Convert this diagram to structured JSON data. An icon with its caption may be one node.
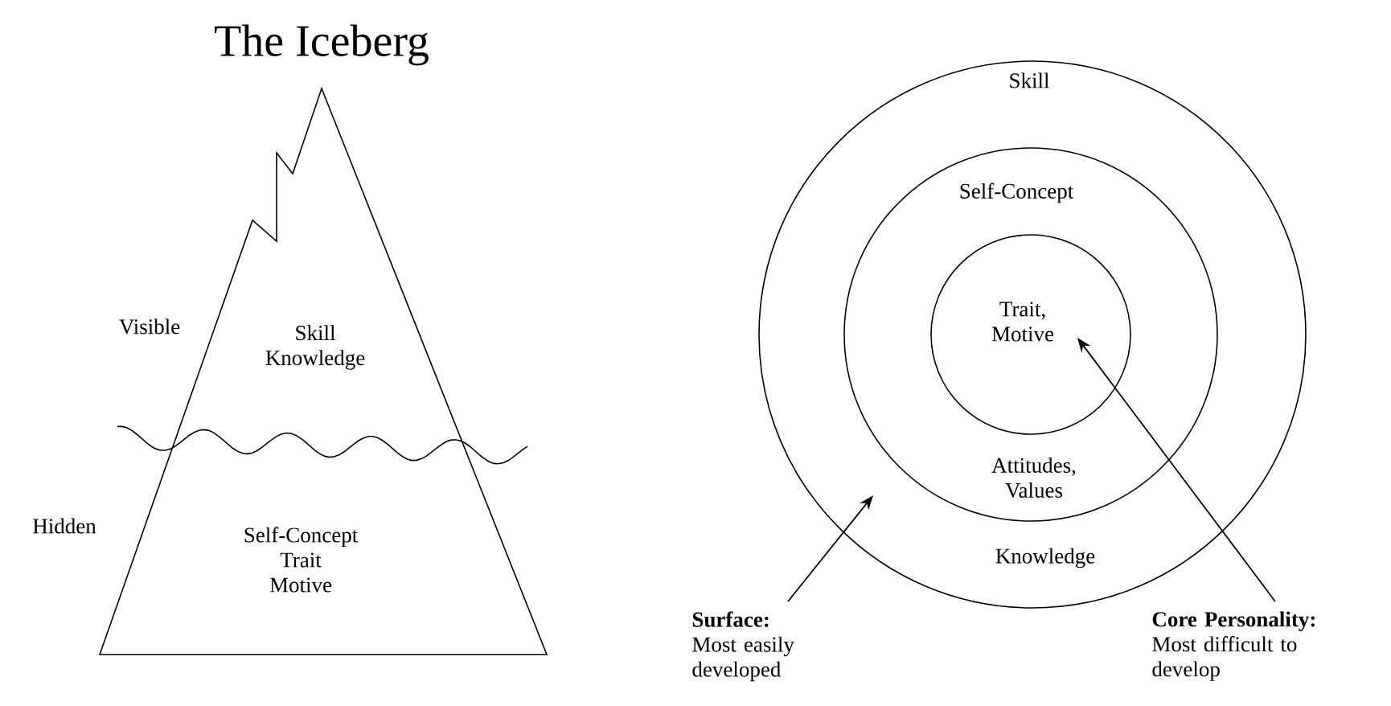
{
  "diagram": {
    "title": "The Iceberg",
    "nodes": [
      {
        "text": [
          "Skill Knowledge",
          "Self-Concept Trait Motive"
        ]
      },
      {
        "text": [
          "Skill",
          "Knowledge"
        ]
      },
      {
        "text": [
          "Self-Concept",
          "Attitudes, Values"
        ],
        "in": 1
      },
      {
        "text": [
          "Trait, Motive"
        ],
        "in": 2
      },
      {
        "text": [
          "**Surface:**",
          "Most easily developed"
        ]
      },
      {
        "text": [
          "**Core Personality:**",
          "Most difficult to develop"
        ]
      }
    ],
    "edges": [
      {
        "from": 4,
        "to": 1,
        "arrow": "to"
      },
      {
        "from": 5,
        "to": 3,
        "arrow": "to"
      }
    ],
    "labels": [
      "Visible",
      "Hidden"
    ]
  }
}
